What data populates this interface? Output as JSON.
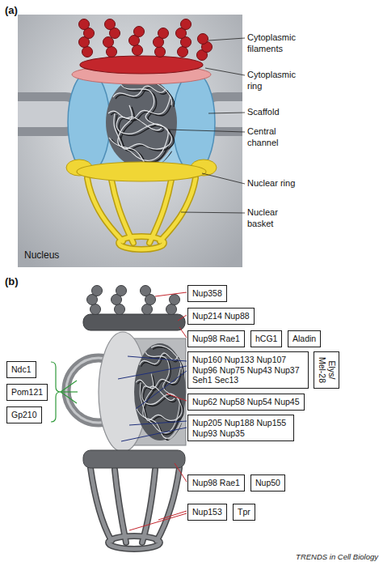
{
  "diagram": {
    "nodes": [
      {
        "text": [
          "Nup358"
        ]
      },
      {
        "text": [
          "Nup214 Nup88"
        ]
      },
      {
        "text": [
          "Nup98 Rae1"
        ]
      },
      {
        "text": [
          "hCG1"
        ]
      },
      {
        "text": [
          "Aladin"
        ]
      },
      {
        "text": [
          "Nup160 Nup133 Nup107 Nup96 Nup75 Nup43 Nup37 Seh1 Sec13"
        ]
      },
      {
        "text": [
          "Elys/ Mel-28"
        ]
      },
      {
        "text": [
          "Ndc1"
        ]
      },
      {
        "text": [
          "Pom121"
        ]
      },
      {
        "text": [
          "Gp210"
        ]
      },
      {
        "text": [
          "Nup62 Nup58 Nup54 Nup45"
        ]
      },
      {
        "text": [
          "Nup205 Nup188 Nup155 Nup93 Nup35"
        ]
      },
      {
        "text": [
          "Nup98 Rae1"
        ]
      },
      {
        "text": [
          "Nup50"
        ]
      },
      {
        "text": [
          "Nup153"
        ]
      },
      {
        "text": [
          "Tpr"
        ]
      }
    ],
    "labels": [
      "(a)",
      "Cytoplasmic filaments",
      "Cytoplasmic ring",
      "Scaffold",
      "Central channel",
      "Nuclear ring",
      "Nuclear basket",
      "Nucleus",
      "(b)",
      "TRENDS in Cell Biology"
    ]
  }
}
